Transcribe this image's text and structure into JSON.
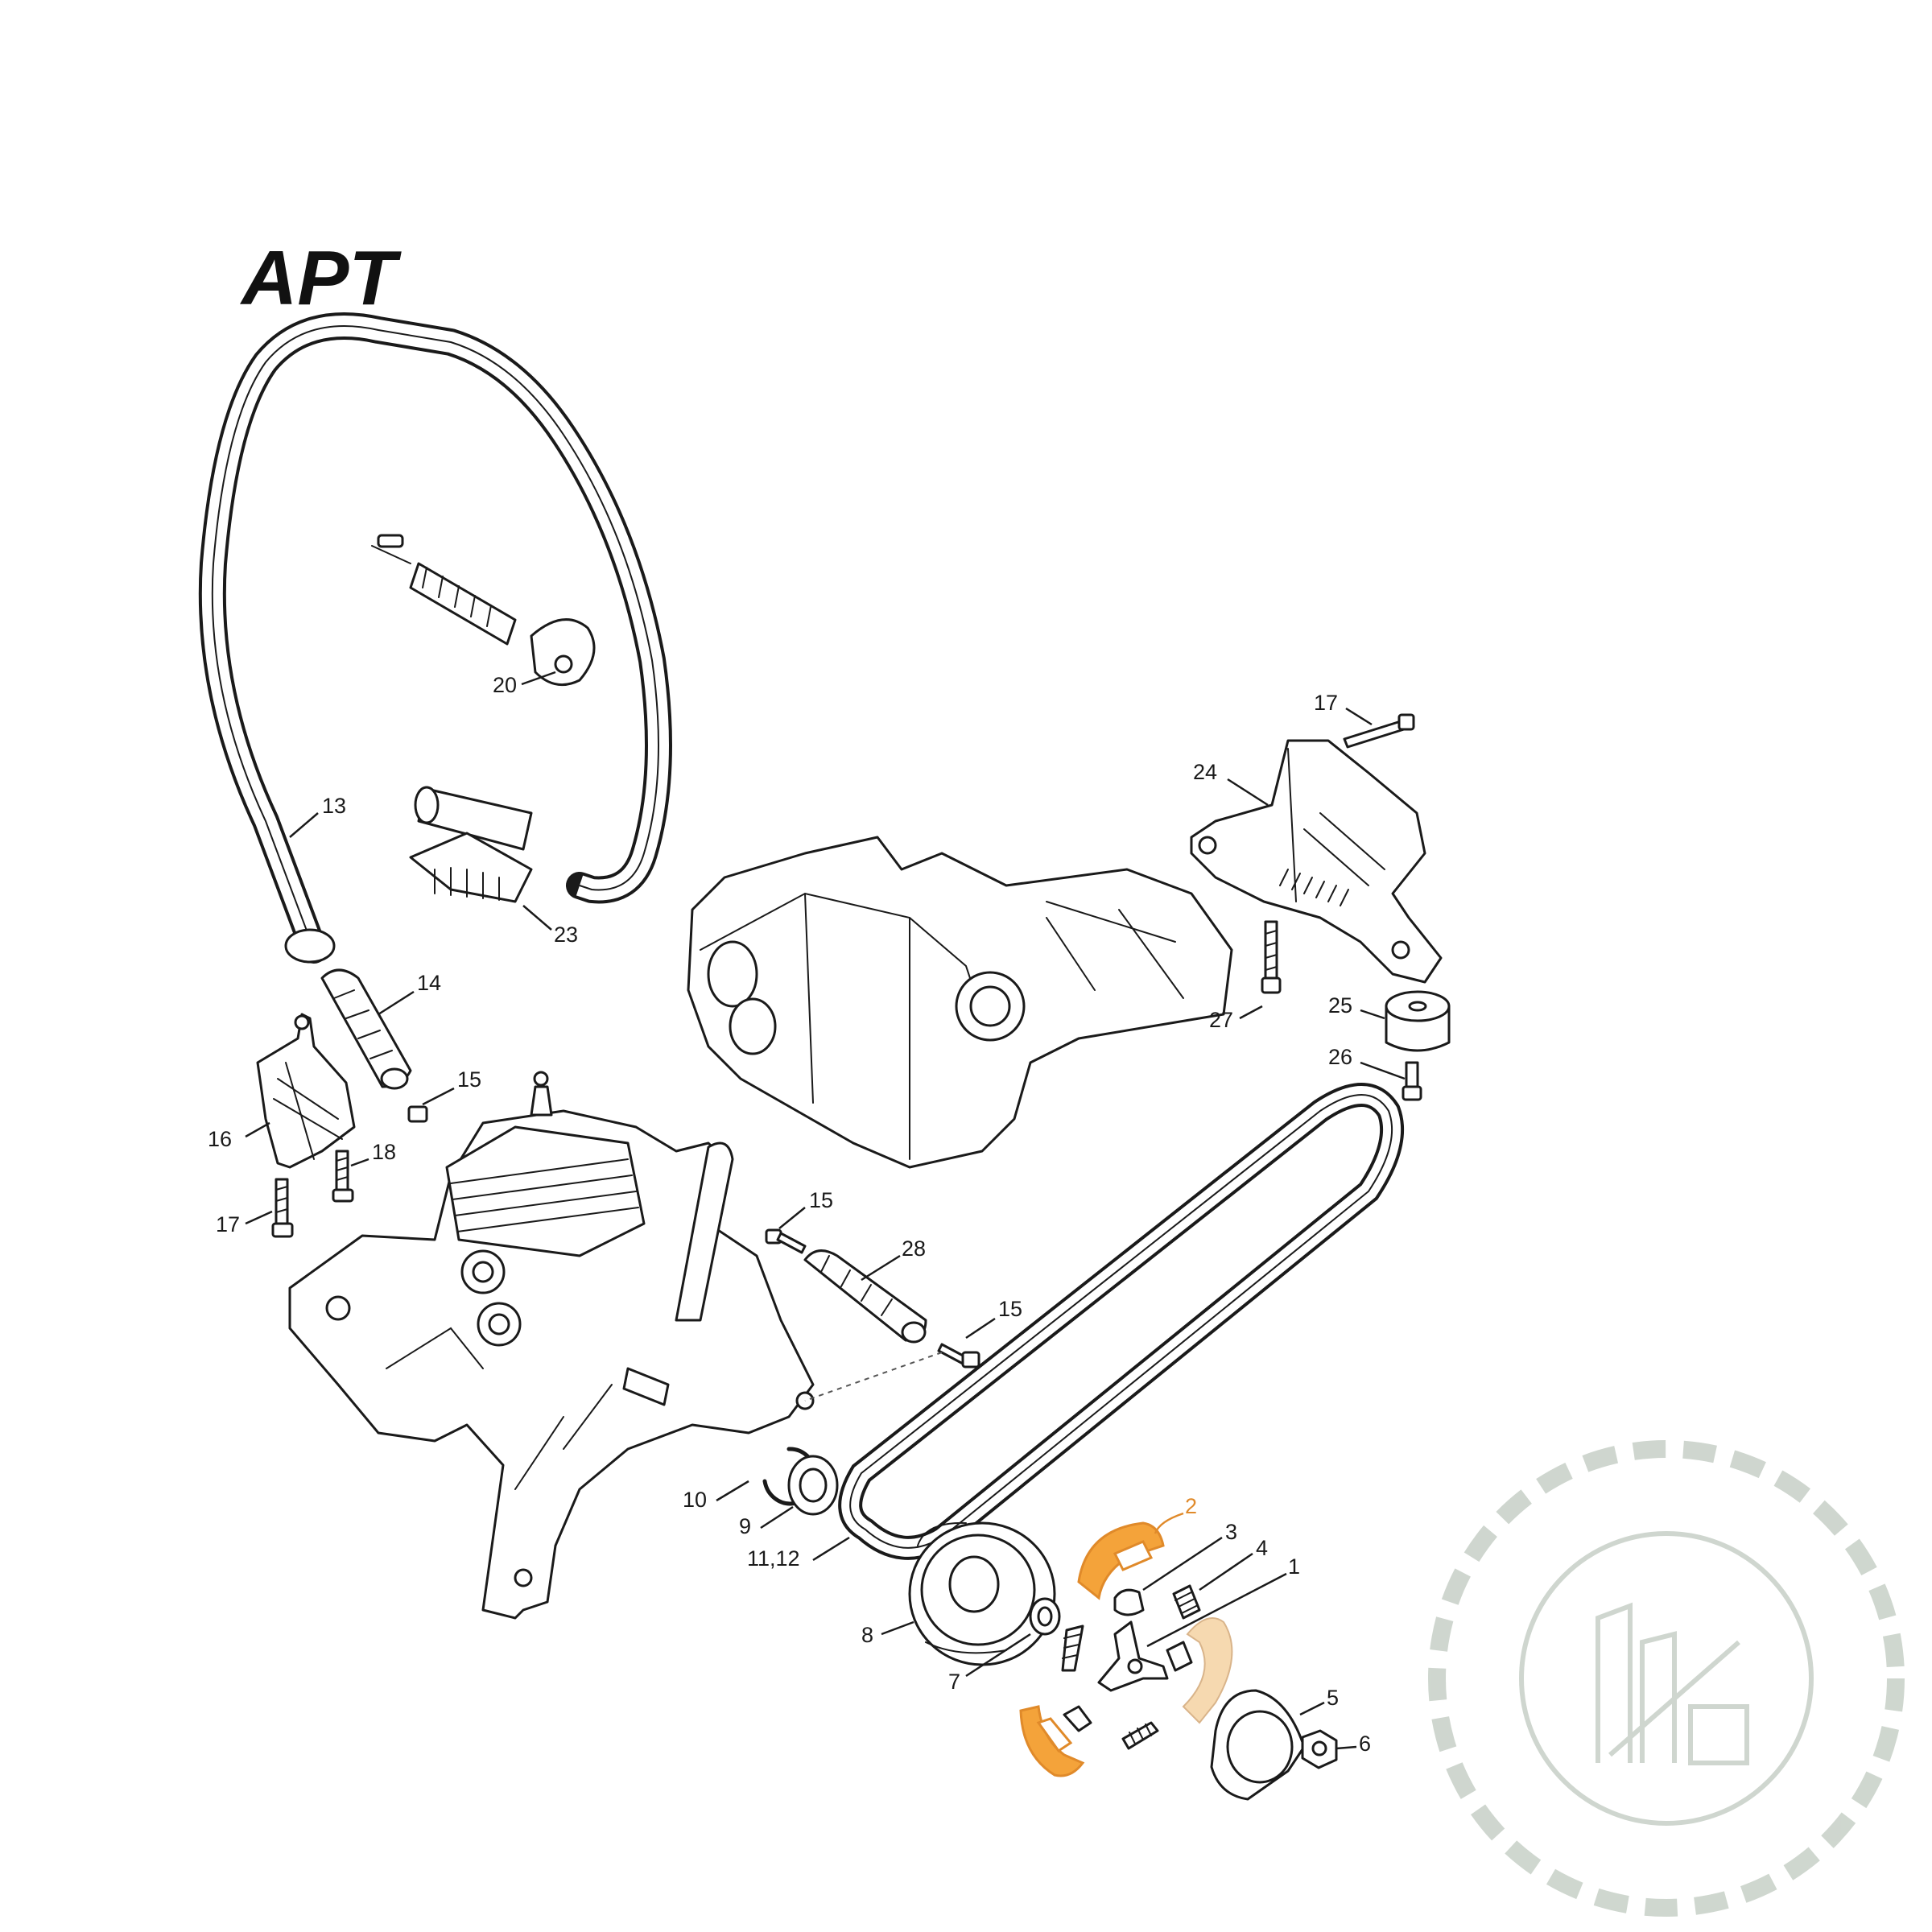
{
  "title": "APT",
  "accent_color": "#e08a2a",
  "highlighted_parts": [
    "2"
  ],
  "callouts": {
    "c13": "13",
    "c14": "14",
    "c15a": "15",
    "c15b": "15",
    "c15c": "15",
    "c16": "16",
    "c17a": "17",
    "c17b": "17",
    "c18": "18",
    "c20": "20",
    "c23": "23",
    "c24": "24",
    "c25": "25",
    "c26": "26",
    "c27": "27",
    "c28": "28",
    "c10": "10",
    "c9": "9",
    "c11_12": "11,12",
    "c8": "8",
    "c7": "7",
    "c2": "2",
    "c3": "3",
    "c4": "4",
    "c1": "1",
    "c5": "5",
    "c6": "6"
  },
  "watermark": {
    "icon": "gear-logo-icon"
  }
}
